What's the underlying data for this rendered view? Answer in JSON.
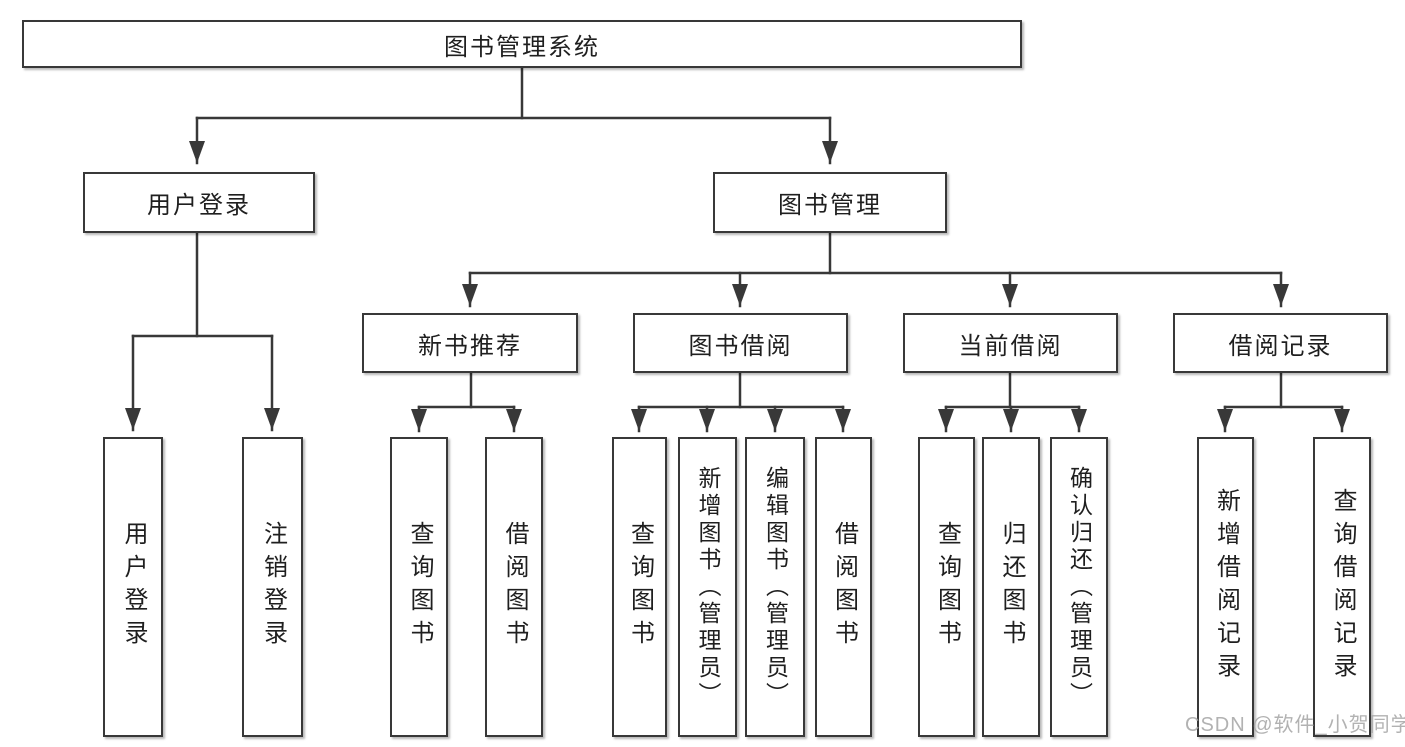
{
  "diagram": {
    "title_node": "图书管理系统",
    "root": {
      "label": "图书管理系统",
      "children": [
        {
          "label": "用户登录",
          "children": [
            {
              "label": "用户登录"
            },
            {
              "label": "注销登录"
            }
          ]
        },
        {
          "label": "图书管理",
          "children": [
            {
              "label": "新书推荐",
              "children": [
                {
                  "label": "查询图书"
                },
                {
                  "label": "借阅图书"
                }
              ]
            },
            {
              "label": "图书借阅",
              "children": [
                {
                  "label": "查询图书"
                },
                {
                  "label": "新增图书（管理员）"
                },
                {
                  "label": "编辑图书（管理员）"
                },
                {
                  "label": "借阅图书"
                }
              ]
            },
            {
              "label": "当前借阅",
              "children": [
                {
                  "label": "查询图书"
                },
                {
                  "label": "归还图书"
                },
                {
                  "label": "确认归还（管理员）"
                }
              ]
            },
            {
              "label": "借阅记录",
              "children": [
                {
                  "label": "新增借阅记录"
                },
                {
                  "label": "查询借阅记录"
                }
              ]
            }
          ]
        }
      ]
    },
    "colors": {
      "line": "#383838",
      "box_border": "#383838",
      "text": "#1f1f1f",
      "watermark": "#a4a4a4"
    }
  },
  "watermark": {
    "text": "CSDN @软件_小贺同学"
  }
}
